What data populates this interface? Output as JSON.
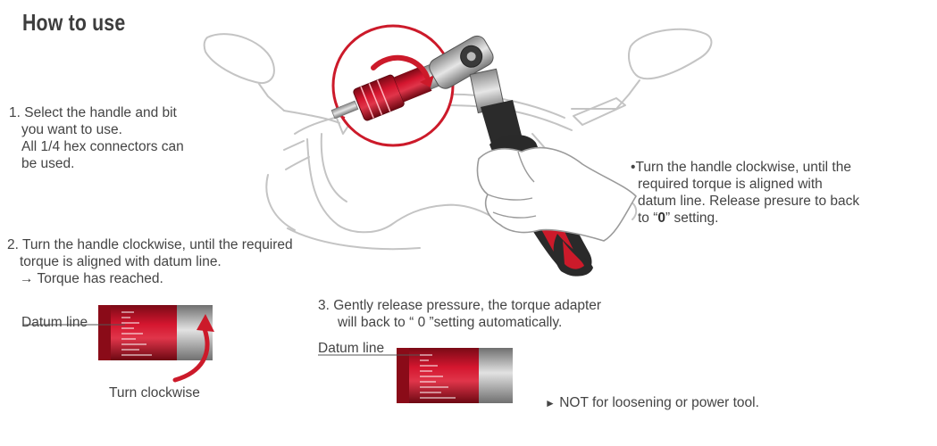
{
  "title": "How to use",
  "step1": {
    "line1": "1. Select the handle and bit",
    "line2": "you want to use.",
    "line3": "All 1/4 hex connectors can",
    "line4": "be used."
  },
  "step2": {
    "line1": "2. Turn the handle clockwise, until the required",
    "line2": "torque is aligned with datum line.",
    "line3": "→ Torque has reached."
  },
  "step3": {
    "line1": "3. Gently release pressure, the torque adapter",
    "line2": "will back to “ 0 ”setting automatically."
  },
  "note_right": {
    "bullet": "•",
    "line1": "Turn the handle clockwise, until the",
    "line2": "required torque is aligned with",
    "line3": "datum line. Release presure to back",
    "line4_pre": "to “",
    "line4_bold": "0",
    "line4_post": "” setting."
  },
  "datum_label_1": "Datum line",
  "datum_label_2": "Datum line",
  "turn_label": "Turn clockwise",
  "warning": {
    "marker": "►",
    "text": "NOT for loosening or power tool."
  },
  "colors": {
    "red": "#c8102e",
    "dark_red": "#8e0c1c",
    "gray": "#a7a7a7",
    "outline": "#c4c4c4"
  }
}
